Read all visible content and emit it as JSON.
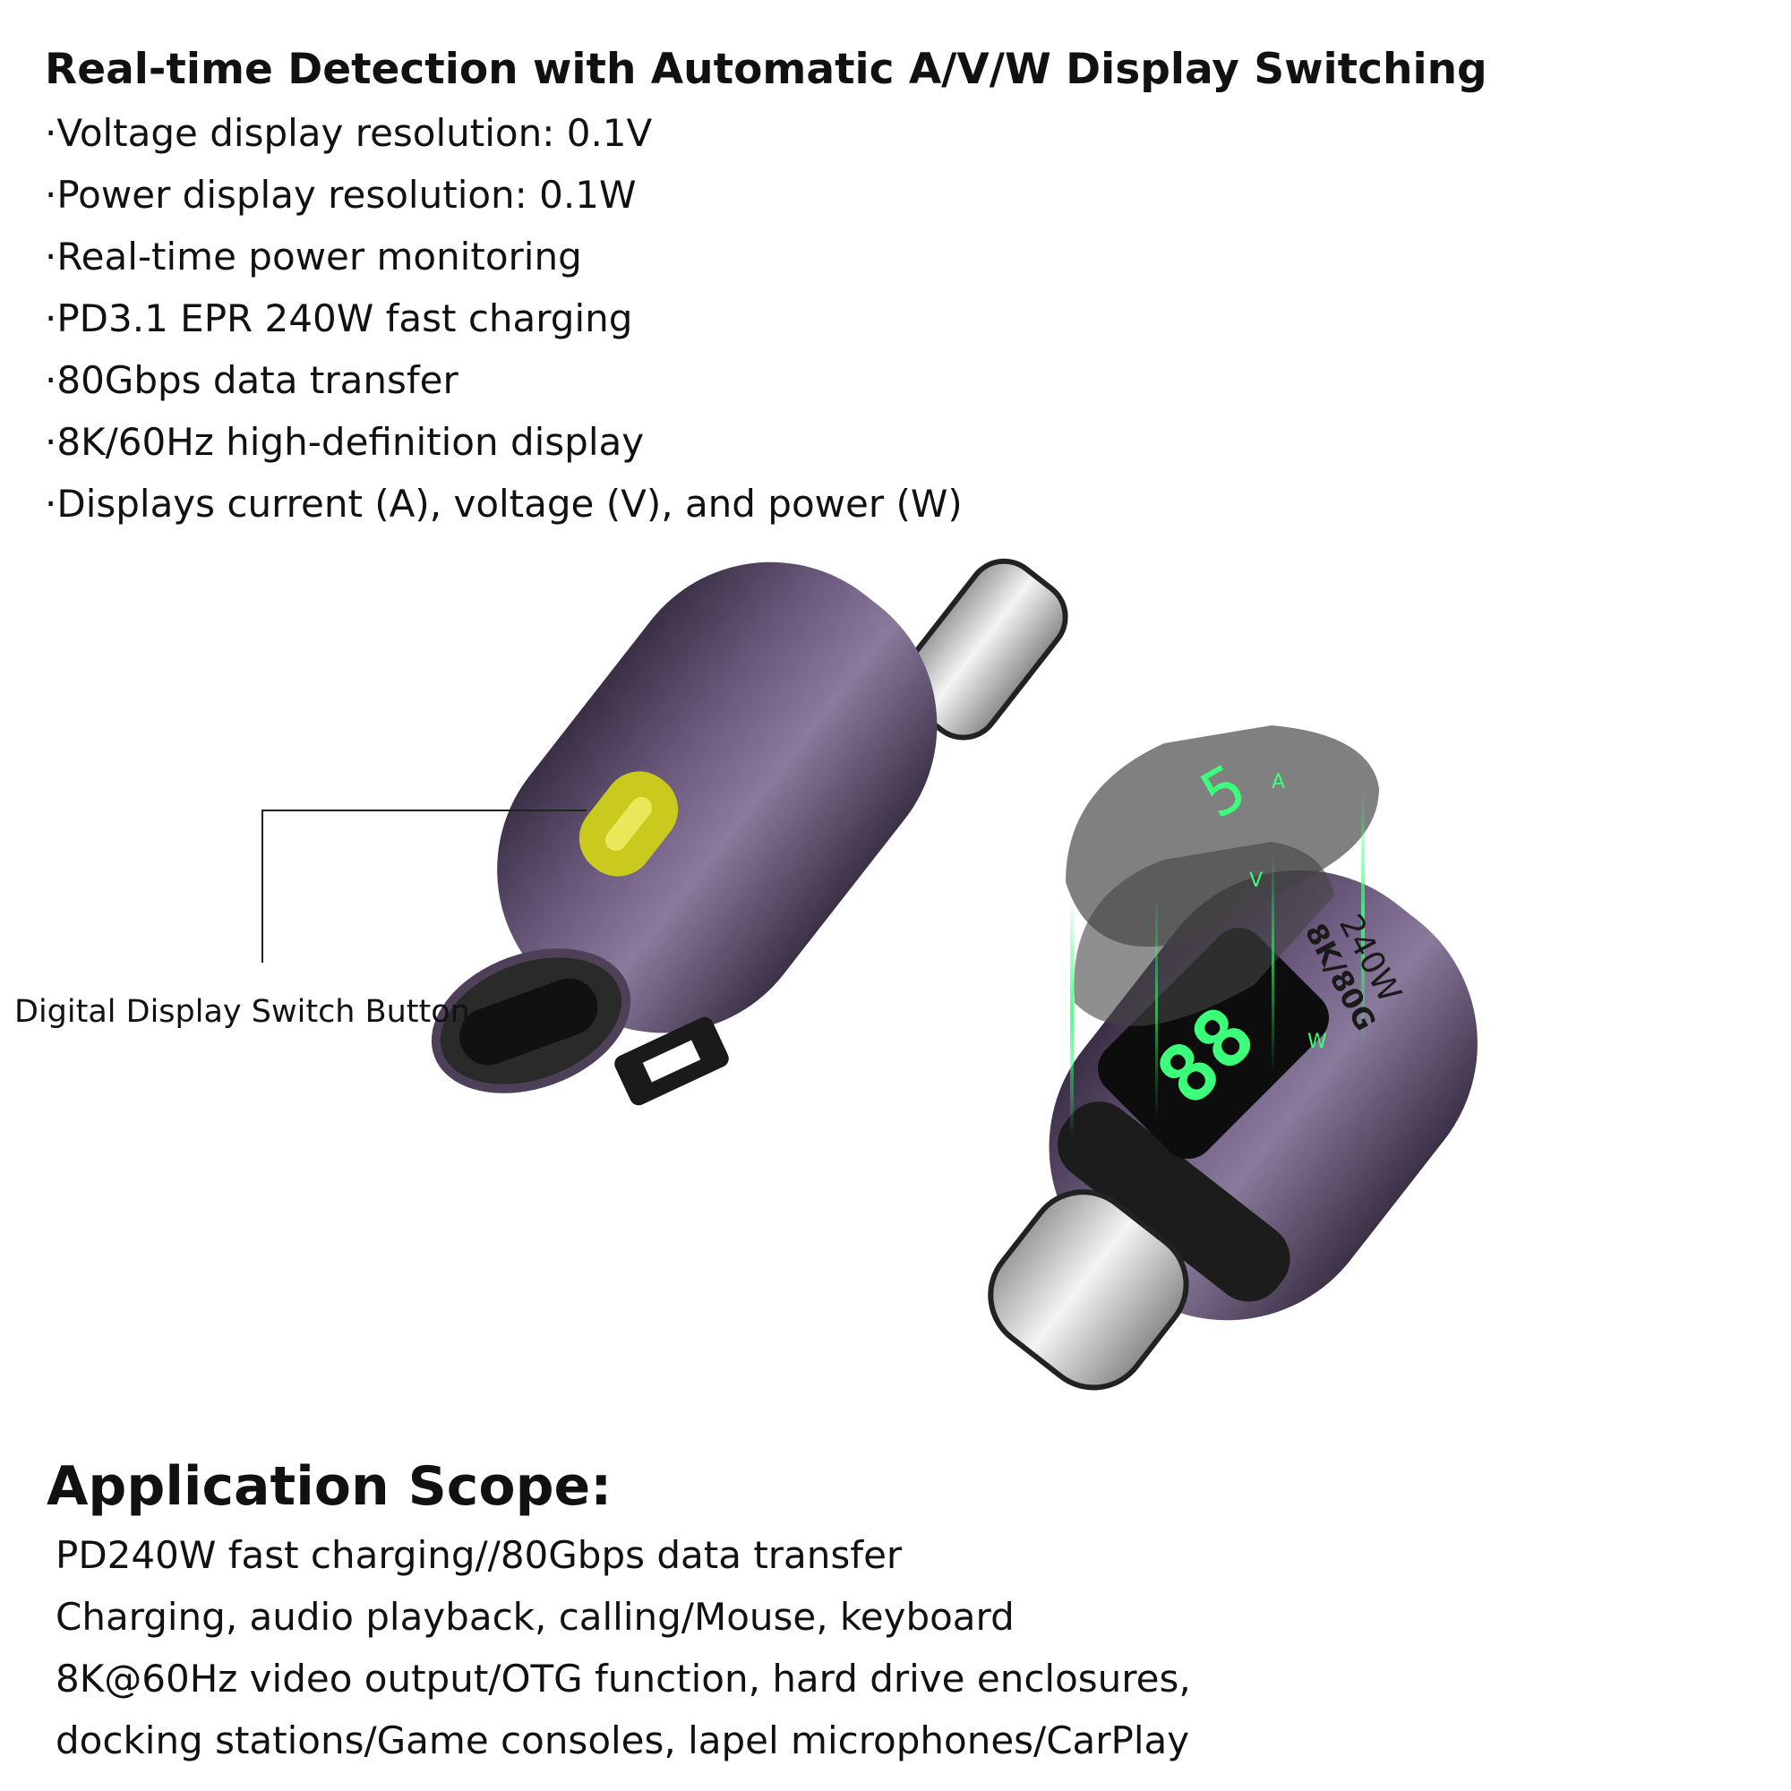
{
  "header": {
    "title": "Real-time Detection with Automatic A/V/W Display Switching",
    "features": [
      "·Voltage display resolution: 0.1V",
      "·Power display resolution: 0.1W",
      "·Real-time power monitoring",
      "·PD3.1 EPR 240W fast charging",
      "·80Gbps data transfer",
      "·8K/60Hz high-definition display",
      "·Displays current (A), voltage (V), and power (W)"
    ]
  },
  "illustration": {
    "callout_label": "Digital Display Switch Button",
    "body_color": "#5a4a68",
    "button_color": "#c9c91e",
    "led_color": "#3cff7a",
    "overlay_labels": {
      "unit_a": "A",
      "unit_v": "V",
      "unit_w": "W"
    },
    "side_print": {
      "power": "240W",
      "spec": "8K/80G"
    }
  },
  "scope": {
    "title": "Application Scope:",
    "lines": [
      "PD240W fast charging//80Gbps data transfer",
      "Charging, audio playback, calling/Mouse, keyboard",
      "8K@60Hz video output/OTG function, hard drive enclosures,",
      "docking stations/Game consoles, lapel microphones/CarPlay"
    ]
  }
}
